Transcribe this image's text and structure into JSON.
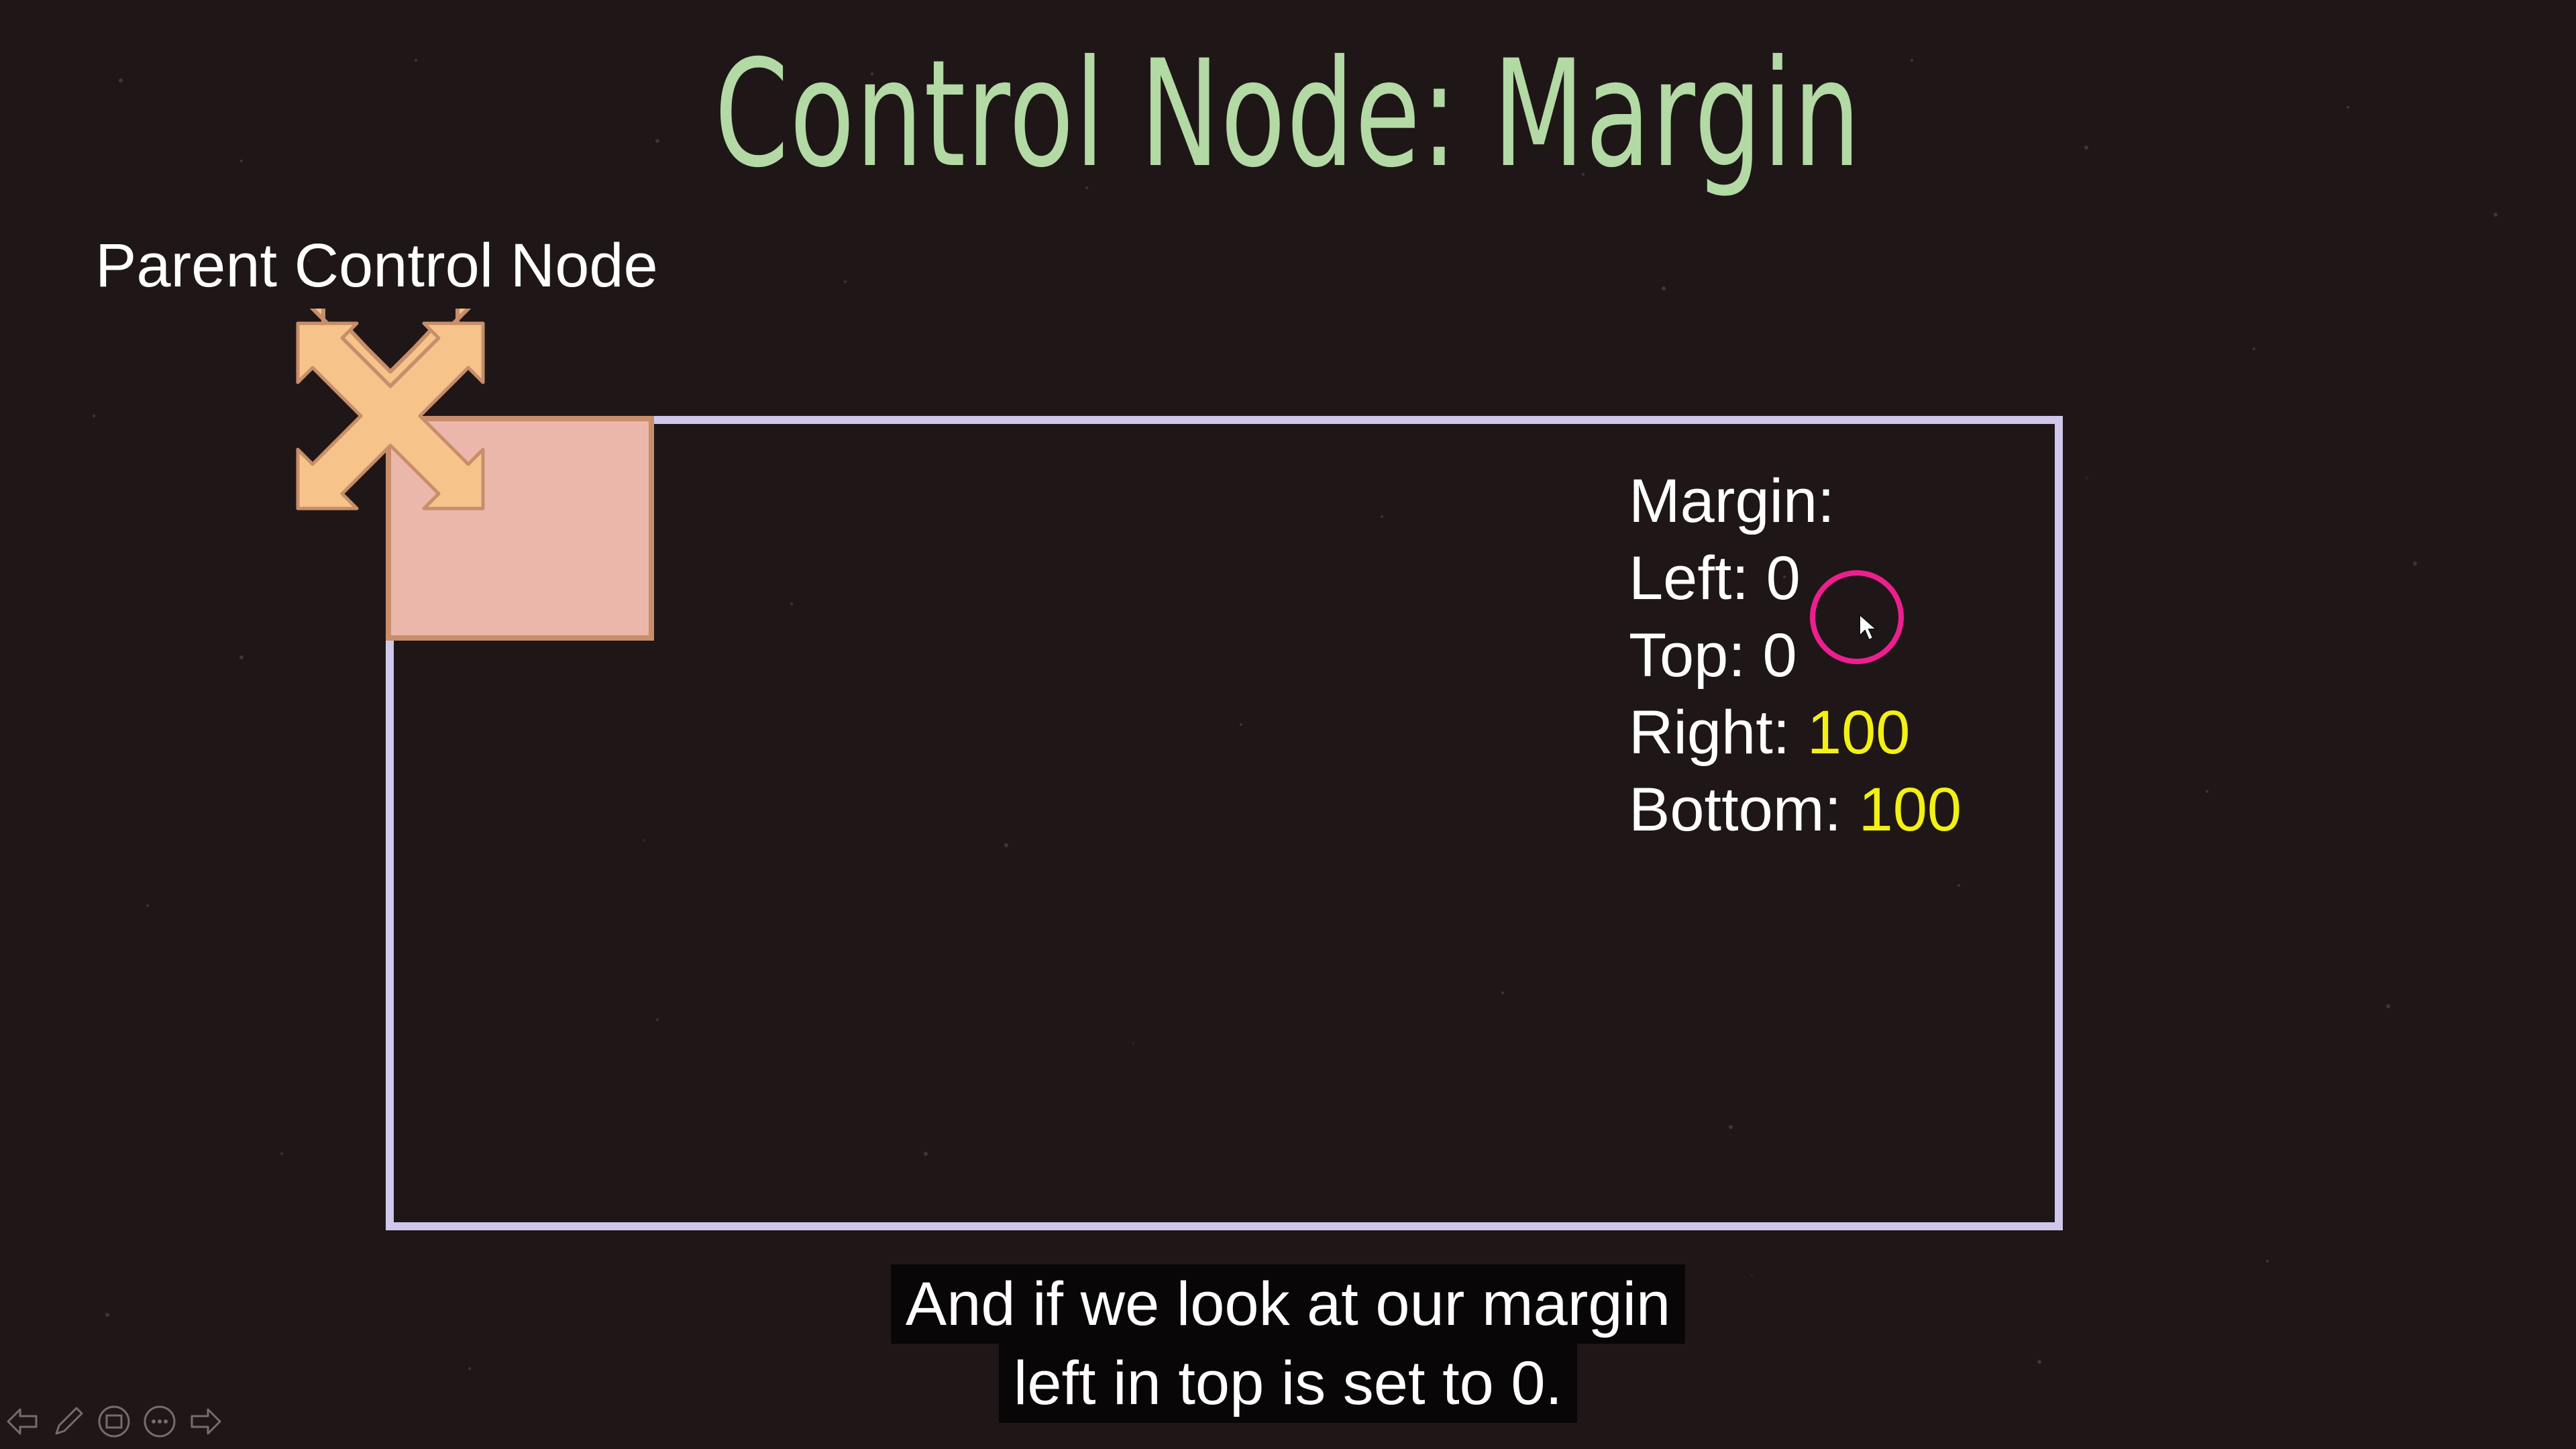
{
  "slide": {
    "title": "Control Node: Margin",
    "parent_label": "Parent Control Node"
  },
  "margin_panel": {
    "heading": "Margin:",
    "left_label": "Left:",
    "left_value": "0",
    "top_label": "Top:",
    "top_value": "0",
    "right_label": "Right:",
    "right_value": "100",
    "bottom_label": "Bottom:",
    "bottom_value": "100"
  },
  "subtitles": {
    "line1": "And if we look at our margin",
    "line2": "left in top is set to 0."
  },
  "controls": {
    "icons": [
      "previous-icon",
      "pen-icon",
      "slides-icon",
      "more-icon",
      "next-icon"
    ]
  },
  "colors": {
    "background": "#1f1717",
    "title": "#b3d9a5",
    "frame": "#cfc8ea",
    "child_fill": "#ebb7aa",
    "child_border": "#c88d6a",
    "move_icon": "#f6c48a",
    "highlight_value": "#f3f014",
    "cursor_ring": "#ed1f8f"
  }
}
